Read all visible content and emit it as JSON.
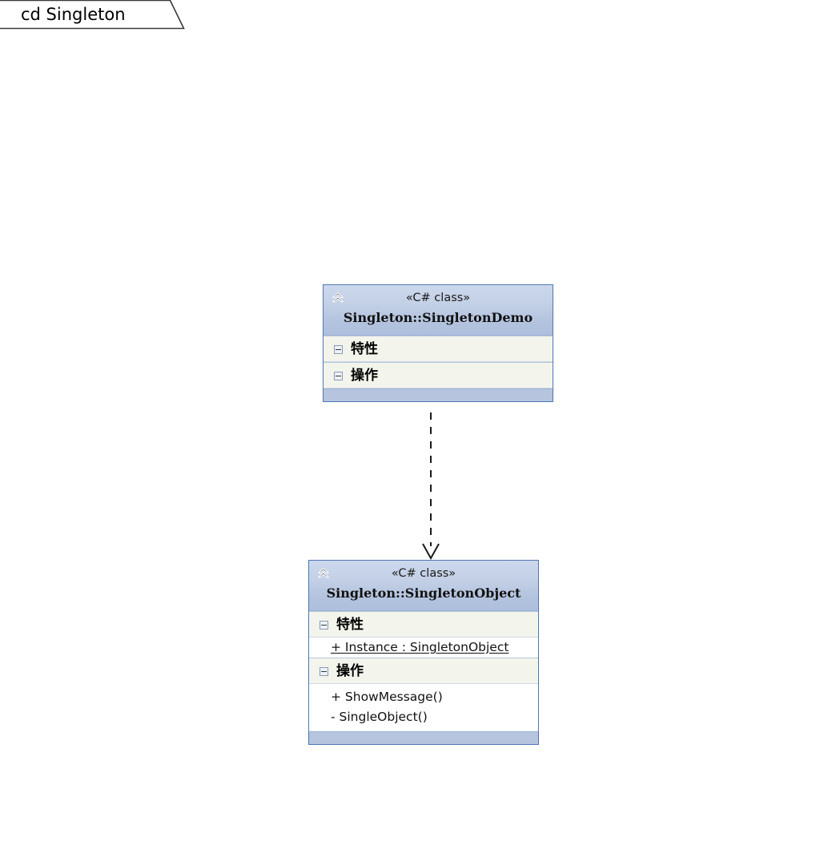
{
  "diagram": {
    "frame_label": "cd Singleton",
    "kind": "uml-class-diagram",
    "colors": {
      "border": "#4f76b5",
      "header_gradient_top": "#ccd8ec",
      "header_gradient_bottom": "#aebfdd",
      "compartment_label_bg": "#f3f5ec",
      "footer_bg": "#b6c4de",
      "body_bg": "#ffffff",
      "connector": "#1a1a1a",
      "canvas": "#ffffff"
    }
  },
  "classes": [
    {
      "id": "singleton-demo",
      "stereotype": "«C# class»",
      "name": "Singleton::SingletonDemo",
      "collapse_icon": "double-chevron-up-icon",
      "compartments": [
        {
          "label": "特性",
          "toggle_icon": "minus-box-icon",
          "members": []
        },
        {
          "label": "操作",
          "toggle_icon": "minus-box-icon",
          "members": []
        }
      ]
    },
    {
      "id": "singleton-object",
      "stereotype": "«C# class»",
      "name": "Singleton::SingletonObject",
      "collapse_icon": "double-chevron-up-icon",
      "compartments": [
        {
          "label": "特性",
          "toggle_icon": "minus-box-icon",
          "members": [
            {
              "text": "+ Instance : SingletonObject",
              "static": true
            }
          ]
        },
        {
          "label": "操作",
          "toggle_icon": "minus-box-icon",
          "members": [
            {
              "text": "+ ShowMessage()",
              "static": false
            },
            {
              "text": "- SingleObject()",
              "static": false
            }
          ]
        }
      ]
    }
  ],
  "connectors": [
    {
      "id": "dependency-demo-to-object",
      "type": "dependency",
      "line_style": "dashed",
      "arrow_head": "open",
      "from": "Singleton::SingletonDemo",
      "to": "Singleton::SingletonObject",
      "label": ""
    }
  ]
}
